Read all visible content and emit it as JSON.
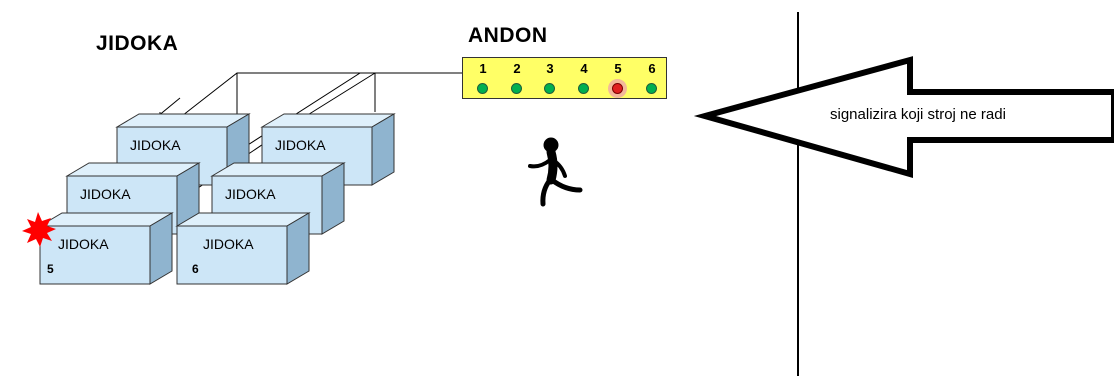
{
  "jidoka_title": "JIDOKA",
  "andon_title": "ANDON",
  "andon": {
    "stations": [
      "1",
      "2",
      "3",
      "4",
      "5",
      "6"
    ],
    "alert_station": "5",
    "lamp_color": "#00b050",
    "alert_color": "#e02020",
    "board_color": "#ffff66"
  },
  "machines": [
    {
      "label": "JIDOKA",
      "number": "5"
    },
    {
      "label": "JIDOKA",
      "number": "6"
    },
    {
      "label": "JIDOKA",
      "number": ""
    },
    {
      "label": "JIDOKA",
      "number": ""
    },
    {
      "label": "JIDOKA",
      "number": ""
    },
    {
      "label": "JIDOKA",
      "number": ""
    }
  ],
  "arrow_text": "signalizira koji stroj ne radi",
  "colors": {
    "box_face": "#cde6f7",
    "box_side": "#8fb4cf",
    "box_top": "#dff0fb",
    "fault_burst": "#ff0000"
  }
}
